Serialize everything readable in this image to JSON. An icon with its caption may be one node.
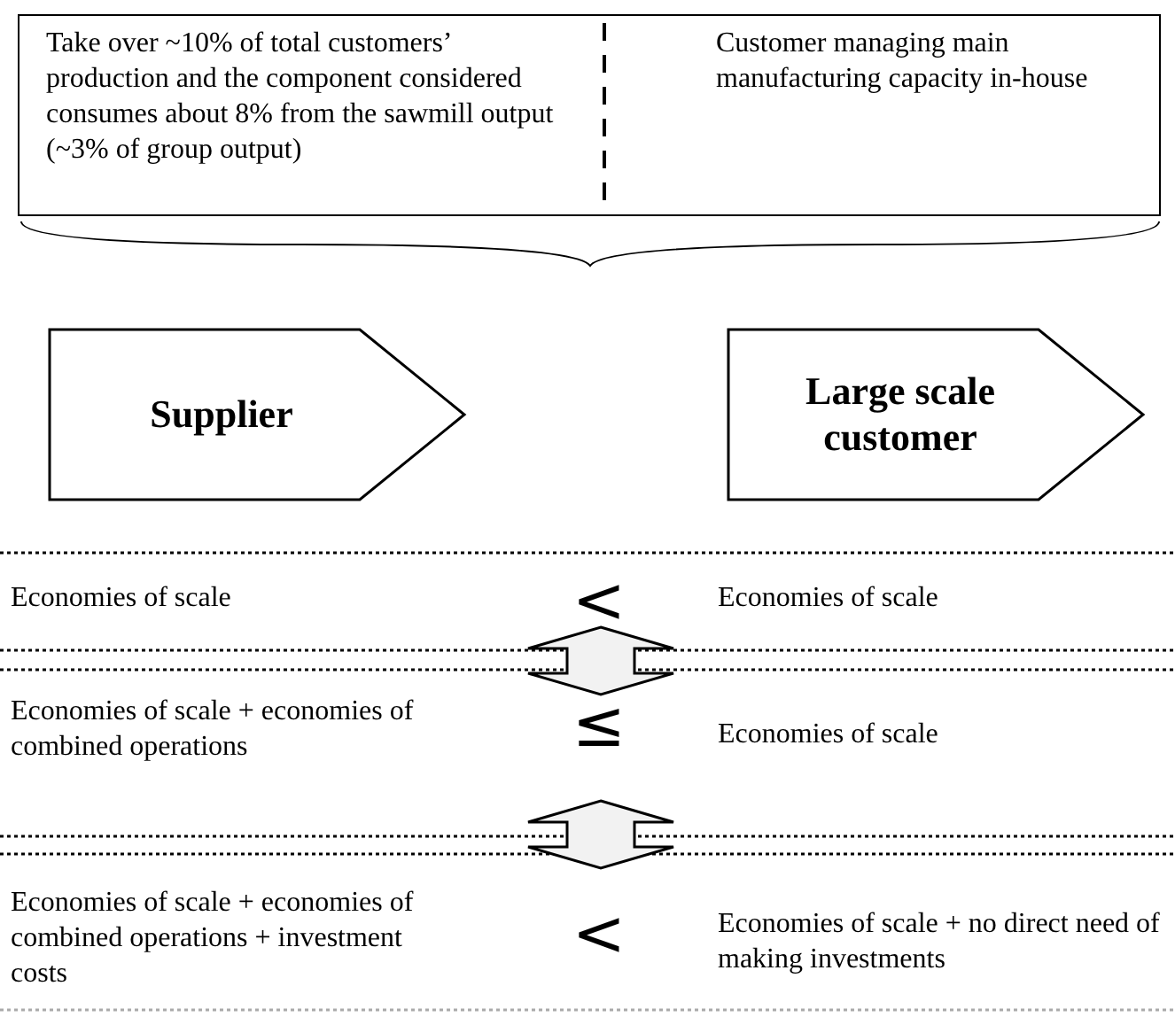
{
  "diagram": {
    "nodes": [
      {
        "text": [
          "Take over ~10% of total customers’ production and the component considered consumes about 8% from the sawmill output (~3% of group output)",
          "Customer managing main manufacturing capacity in-house"
        ]
      },
      {
        "text": [
          "Supplier"
        ]
      },
      {
        "text": [
          "Large scale customer"
        ]
      }
    ],
    "edges": [],
    "labels": [
      "Economies of scale",
      "<",
      "Economies of scale",
      "Economies of scale + economies of combined operations",
      "≤",
      "Economies of scale",
      "Economies of scale + economies of combined operations + investment costs",
      "<",
      "Economies of scale + no direct need of making investments"
    ]
  }
}
